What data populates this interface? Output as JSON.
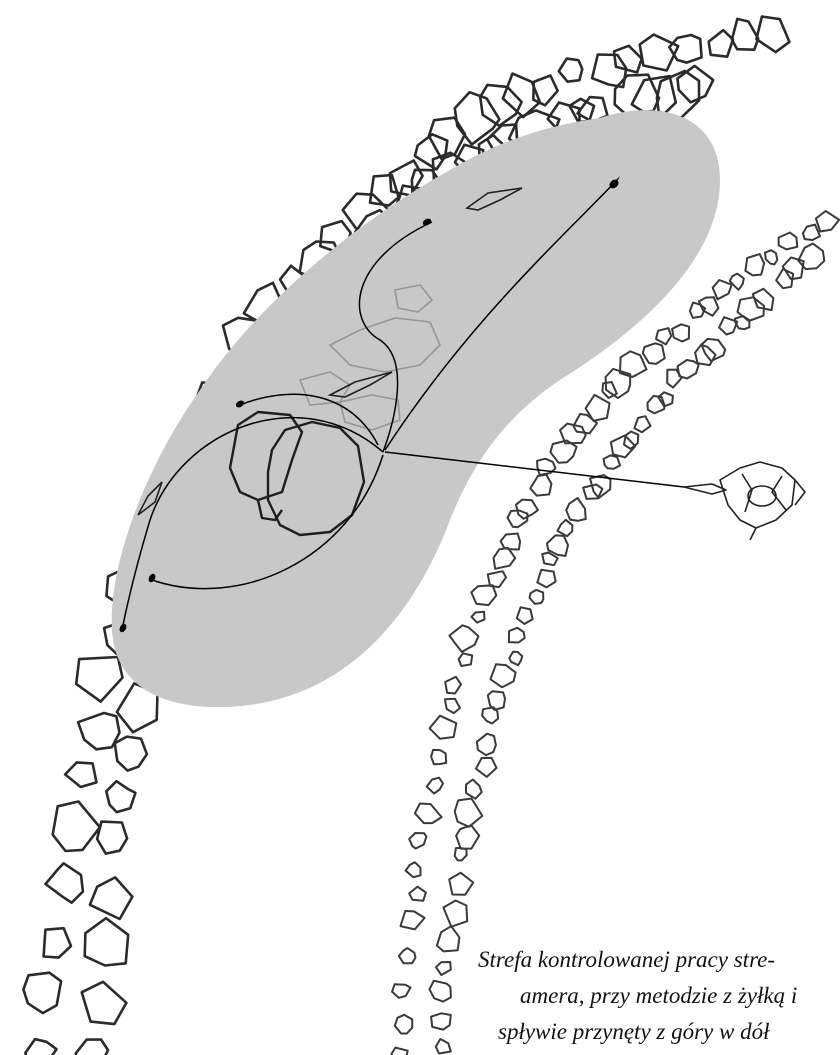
{
  "caption": {
    "line1": "Strefa kontrolowanej pracy stre-",
    "line2": "amera, przy metodzie z żyłką i",
    "line3": "spływie przynęty z góry w dół"
  },
  "colors": {
    "zone_fill": "#c8c8c8",
    "stone_stroke": "#2b2b2b",
    "line_stroke": "#000000",
    "background": "#ffffff"
  },
  "icons": {
    "angler": "angler-figure-icon",
    "lure": "streamer-lure-icon",
    "boulder": "boulder-icon"
  }
}
